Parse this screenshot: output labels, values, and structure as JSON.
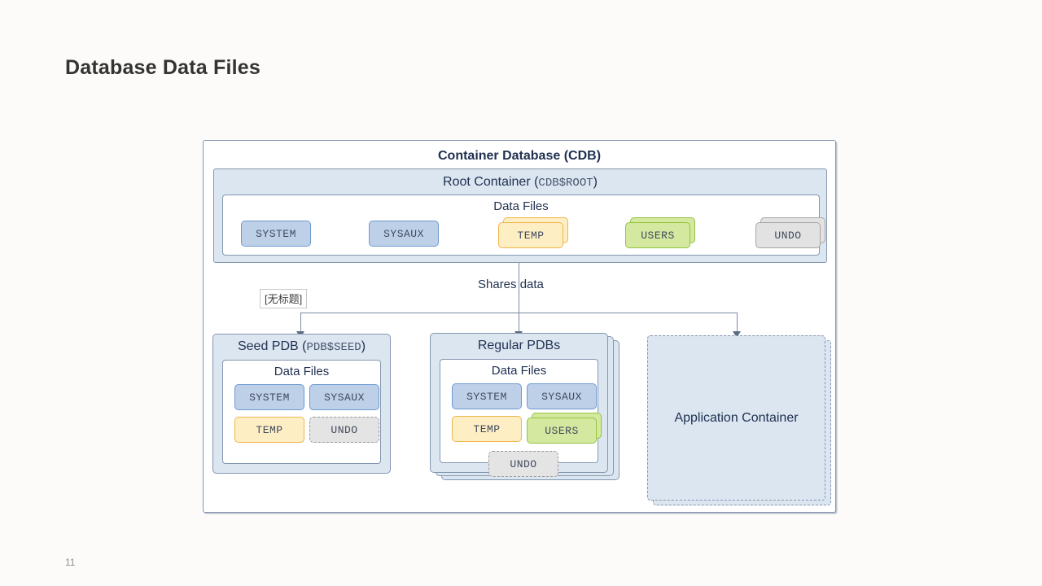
{
  "slide": {
    "title": "Database Data Files",
    "number": "11"
  },
  "diagram": {
    "cdb_title": "Container Database (CDB)",
    "root_container": {
      "label": "Root Container (",
      "name": "CDB$ROOT",
      "label_close": ")",
      "data_files_title": "Data Files",
      "files": [
        {
          "label": "SYSTEM",
          "style": "blue",
          "stacked": false
        },
        {
          "label": "SYSAUX",
          "style": "blue",
          "stacked": false
        },
        {
          "label": "TEMP",
          "style": "yellow",
          "stacked": true
        },
        {
          "label": "USERS",
          "style": "green",
          "stacked": true
        },
        {
          "label": "UNDO",
          "style": "gray",
          "stacked": true
        }
      ]
    },
    "connector": {
      "shares_data_label": "Shares data",
      "untitled_label": "[无标题]"
    },
    "seed_pdb": {
      "label": "Seed PDB (",
      "name": "PDB$SEED",
      "label_close": ")",
      "data_files_title": "Data Files",
      "files": [
        {
          "label": "SYSTEM",
          "style": "blue"
        },
        {
          "label": "SYSAUX",
          "style": "blue"
        },
        {
          "label": "TEMP",
          "style": "yellow"
        },
        {
          "label": "UNDO",
          "style": "dashed"
        }
      ]
    },
    "regular_pdbs": {
      "title": "Regular PDBs",
      "data_files_title": "Data Files",
      "files": [
        {
          "label": "SYSTEM",
          "style": "blue"
        },
        {
          "label": "SYSAUX",
          "style": "blue"
        },
        {
          "label": "TEMP",
          "style": "yellow"
        },
        {
          "label": "USERS",
          "style": "green"
        },
        {
          "label": "UNDO",
          "style": "dashed"
        }
      ]
    },
    "application_container": {
      "label": "Application Container"
    }
  },
  "colors": {
    "page_background": "#fcfbf9",
    "container_fill": "#dce6f1",
    "container_border": "#8497b0",
    "blue_chip": "#bdd0e8",
    "blue_chip_border": "#6d9ad0",
    "yellow_chip": "#fdeec4",
    "yellow_chip_border": "#f0b64b",
    "green_chip": "#d5e8a0",
    "green_chip_border": "#93c43e",
    "gray_chip": "#e2e2e2",
    "gray_chip_border": "#a6a6a6",
    "connector": "#7b8ba3",
    "title_text": "#333333"
  }
}
